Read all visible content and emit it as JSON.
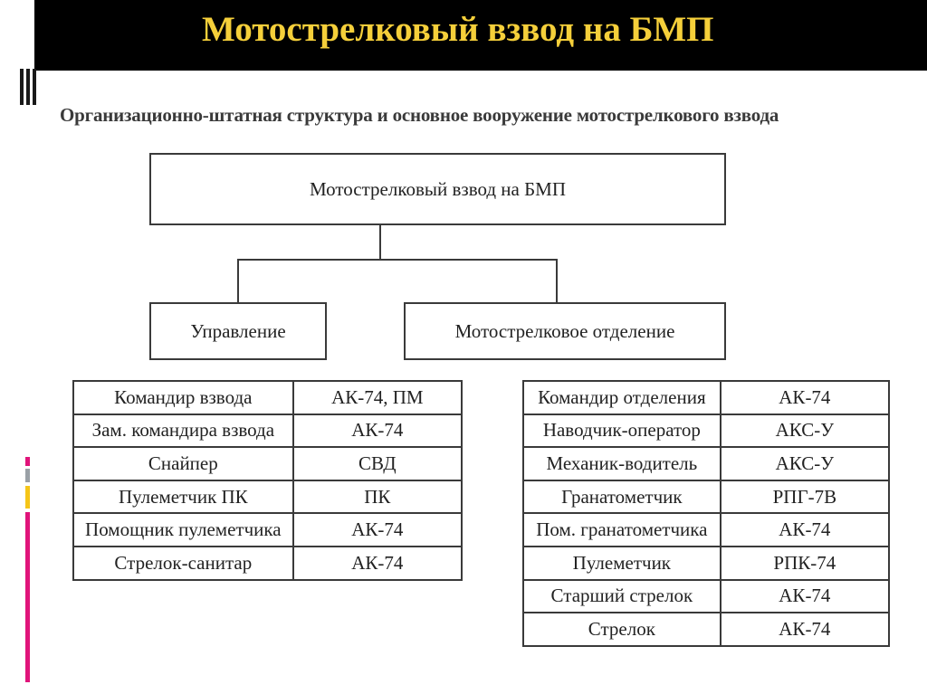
{
  "header": {
    "title": "Мотострелковый взвод на БМП"
  },
  "diagram": {
    "subtitle": "Организационно-штатная структура и основное вооружение мотострелкового взвода",
    "root": "Мотострелковый взвод на БМП",
    "branches": [
      "Управление",
      "Мотострелковое отделение"
    ]
  },
  "management_table": [
    {
      "role": "Командир взвода",
      "weapon": "АК-74, ПМ"
    },
    {
      "role": "Зам. командира взвода",
      "weapon": "АК-74"
    },
    {
      "role": "Снайпер",
      "weapon": "СВД"
    },
    {
      "role": "Пулеметчик ПК",
      "weapon": "ПК"
    },
    {
      "role": "Помощник пулеметчика",
      "weapon": "АК-74"
    },
    {
      "role": "Стрелок-санитар",
      "weapon": "АК-74"
    }
  ],
  "squad_table": [
    {
      "role": "Командир отделения",
      "weapon": "АК-74"
    },
    {
      "role": "Наводчик-оператор",
      "weapon": "АКС-У"
    },
    {
      "role": "Механик-водитель",
      "weapon": "АКС-У"
    },
    {
      "role": "Гранатометчик",
      "weapon": "РПГ-7В"
    },
    {
      "role": "Пом. гранатометчика",
      "weapon": "АК-74"
    },
    {
      "role": "Пулеметчик",
      "weapon": "РПК-74"
    },
    {
      "role": "Старший стрелок",
      "weapon": "АК-74"
    },
    {
      "role": "Стрелок",
      "weapon": "АК-74"
    }
  ],
  "colors": {
    "title_bg": "#000000",
    "title_text": "#f5cf3a",
    "accent_pink": "#e0147a",
    "accent_yellow": "#f5c518"
  }
}
